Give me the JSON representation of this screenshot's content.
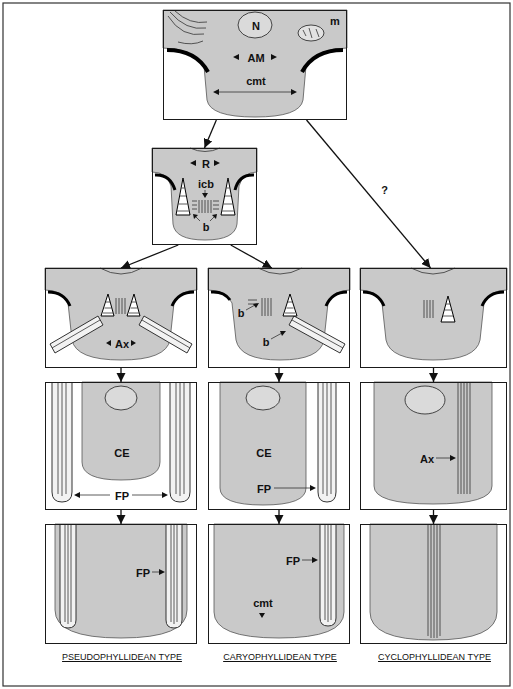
{
  "diagram": {
    "nodes": [
      {
        "text": [
          "N",
          "m",
          "AM",
          "cmt"
        ]
      },
      {
        "text": [
          "R",
          "icb",
          "b"
        ]
      },
      {
        "text": [
          "Ax"
        ]
      },
      {
        "text": [
          "b",
          "b"
        ]
      },
      {
        "text": []
      },
      {
        "text": [
          "CE",
          "FP"
        ]
      },
      {
        "text": [
          "CE",
          "FP"
        ]
      },
      {
        "text": [
          "Ax"
        ]
      },
      {
        "text": [
          "FP",
          "PSEUDOPHYLLIDEAN TYPE"
        ]
      },
      {
        "text": [
          "FP",
          "cmt",
          "CARYOPHYLLIDEAN TYPE"
        ]
      },
      {
        "text": [
          "CYCLOPHYLLIDEAN TYPE"
        ]
      }
    ],
    "edges": [
      {
        "from": 0,
        "to": 1,
        "arrow": "to"
      },
      {
        "from": 0,
        "to": 4,
        "arrow": "to",
        "label": "?"
      },
      {
        "from": 1,
        "to": 2,
        "arrow": "to"
      },
      {
        "from": 1,
        "to": 3,
        "arrow": "to"
      },
      {
        "from": 2,
        "to": 5,
        "arrow": "to"
      },
      {
        "from": 3,
        "to": 6,
        "arrow": "to"
      },
      {
        "from": 4,
        "to": 7,
        "arrow": "to"
      },
      {
        "from": 5,
        "to": 8,
        "arrow": "to"
      },
      {
        "from": 6,
        "to": 9,
        "arrow": "to"
      },
      {
        "from": 7,
        "to": 10,
        "arrow": "to"
      }
    ]
  }
}
